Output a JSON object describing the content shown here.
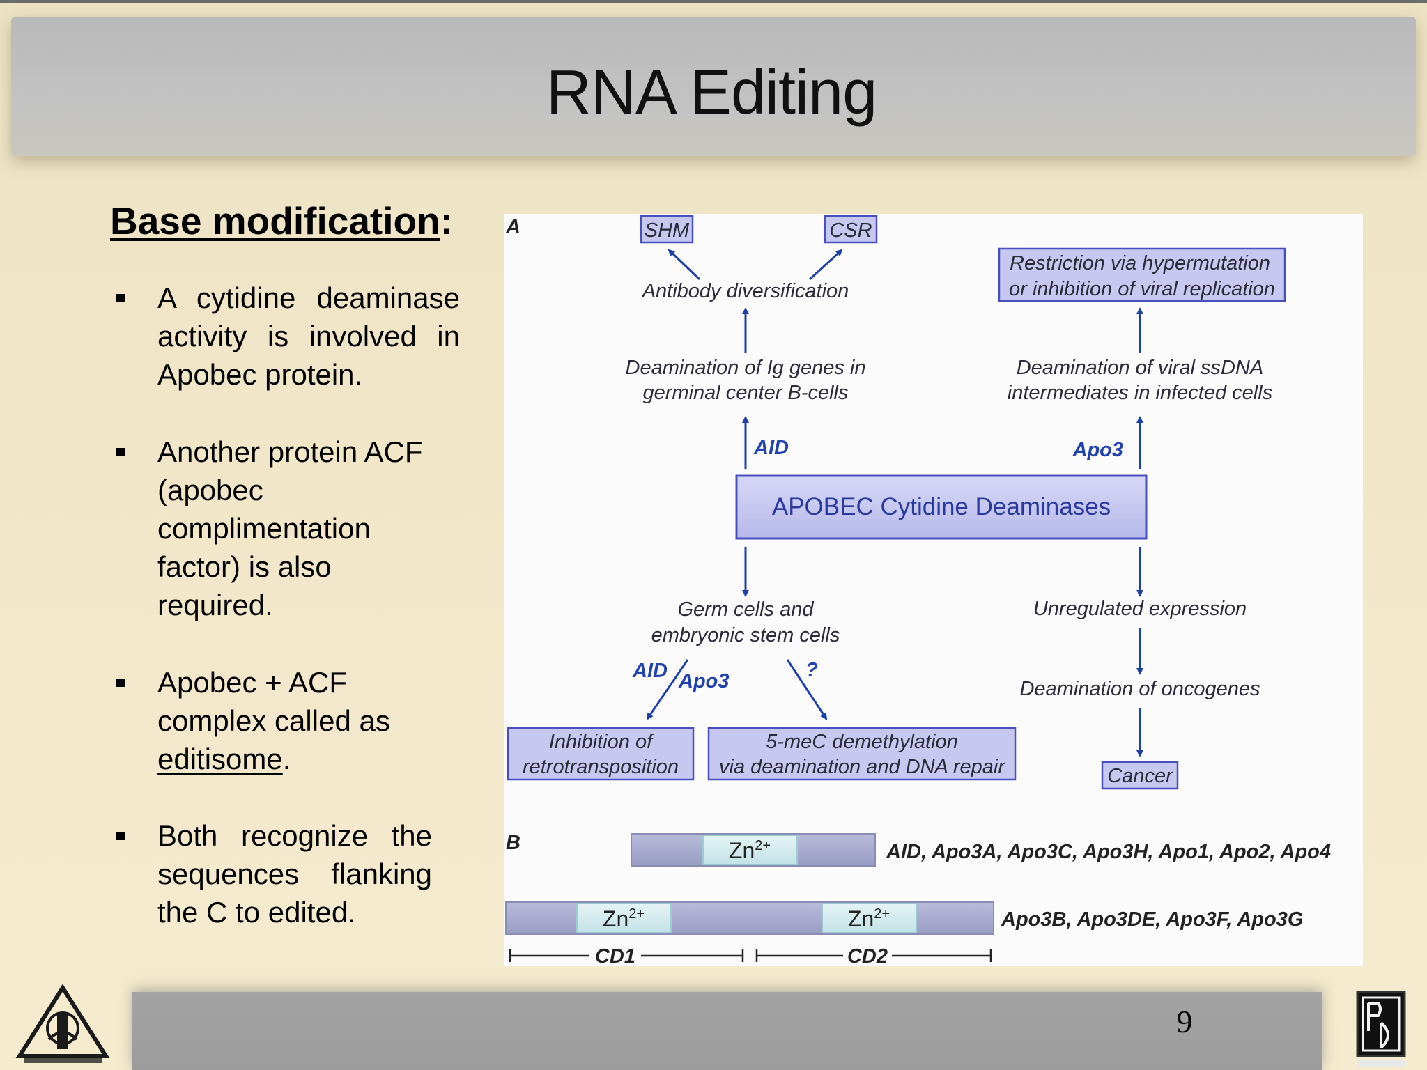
{
  "slide": {
    "title": "RNA Editing",
    "heading": "Base modification",
    "heading_suffix": ":",
    "page_number": "9"
  },
  "bullets": [
    {
      "lines": [
        "A cytidine deaminase",
        "activity is involved in",
        "Apobec protein."
      ]
    },
    {
      "lines": [
        "Another protein ACF",
        "(apobec",
        "complimentation",
        "factor) is also",
        "required."
      ]
    },
    {
      "pre": [
        "Apobec + ACF",
        "complex called as"
      ],
      "underlined": "editisome",
      "post": "."
    },
    {
      "lines": [
        "Both recognize the",
        "sequences flanking",
        "the C to edited."
      ]
    }
  ],
  "figure": {
    "panel_a_label": "A",
    "panel_b_label": "B",
    "nodes": {
      "shm": "SHM",
      "csr": "CSR",
      "antibody": "Antibody diversification",
      "restriction_1": "Restriction via hypermutation",
      "restriction_2": "or inhibition of viral replication",
      "deam_ig_1": "Deamination of Ig genes in",
      "deam_ig_2": "germinal center B-cells",
      "deam_viral_1": "Deamination of viral ssDNA",
      "deam_viral_2": "intermediates in infected cells",
      "aid_up": "AID",
      "apo3_up": "Apo3",
      "apobec": "APOBEC Cytidine Deaminases",
      "germ_1": "Germ cells and",
      "germ_2": "embryonic stem cells",
      "unregulated": "Unregulated expression",
      "aid_low": "AID",
      "apo3_low": "Apo3",
      "question": "?",
      "deam_onco": "Deamination of oncogenes",
      "inhibition_1": "Inhibition of",
      "inhibition_2": "retrotransposition",
      "demeth_1": "5-meC demethylation",
      "demeth_2": "via deamination and DNA repair",
      "cancer": "Cancer"
    },
    "domains": {
      "zn": "Zn",
      "zn_sup": "2+",
      "row1_label": "AID, Apo3A, Apo3C, Apo3H, Apo1, Apo2, Apo4",
      "row2_label": "Apo3B, Apo3DE, Apo3F, Apo3G",
      "cd1": "CD1",
      "cd2": "CD2"
    },
    "colors": {
      "arrow": "#1f3fa8",
      "box_fill": "#c7c8ef",
      "box_stroke": "#4a4fc0",
      "label_blue": "#2242b0",
      "domain_bar": "#a9acce",
      "zn_box": "#cfe9ec"
    }
  }
}
